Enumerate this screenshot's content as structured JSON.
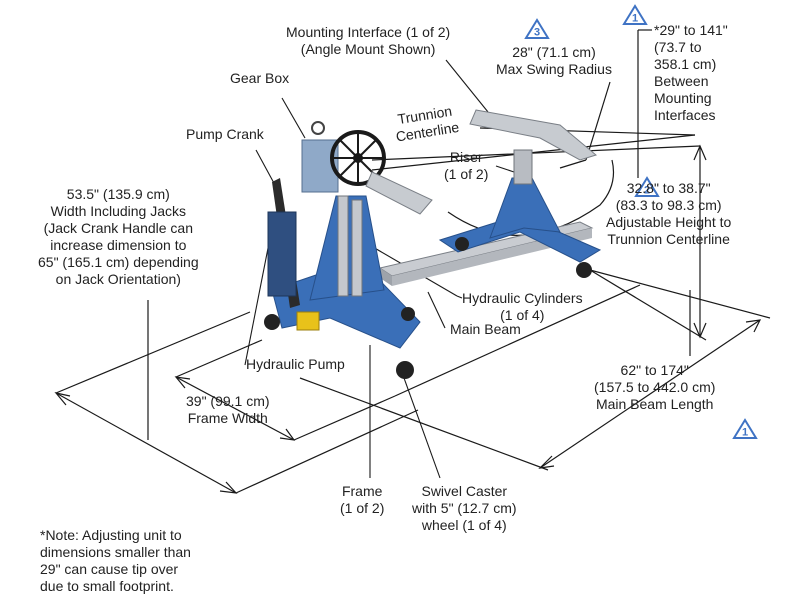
{
  "labels": {
    "mounting_interface": [
      "Mounting Interface (1 of 2)",
      "(Angle Mount Shown)"
    ],
    "swing_radius": [
      "28\" (71.1 cm)",
      "Max Swing Radius"
    ],
    "mount_between": [
      "*29\" to 141\"",
      "(73.7 to",
      "358.1 cm)",
      "Between",
      "Mounting",
      "Interfaces"
    ],
    "gear_box": "Gear Box",
    "trunnion": [
      "Trunnion",
      "Centerline"
    ],
    "pump_crank": "Pump Crank",
    "riser": [
      "Riser",
      "(1 of 2)"
    ],
    "height": [
      "32.8\" to 38.7\"",
      "(83.3 to 98.3 cm)",
      "Adjustable Height to",
      "Trunnion Centerline"
    ],
    "width_jacks": [
      "53.5\" (135.9 cm)",
      "Width Including Jacks",
      "(Jack Crank Handle can",
      "increase dimension to",
      "65\" (165.1 cm) depending",
      "on Jack Orientation)"
    ],
    "hydraulic_cylinders": [
      "Hydraulic Cylinders",
      "(1 of 4)"
    ],
    "main_beam": "Main Beam",
    "hydraulic_pump": "Hydraulic Pump",
    "beam_length": [
      "62\" to 174\"",
      "(157.5 to 442.0 cm)",
      "Main Beam Length"
    ],
    "frame_width": [
      "39\" (99.1 cm)",
      "Frame Width"
    ],
    "frame": [
      "Frame",
      "(1 of 2)"
    ],
    "swivel_caster": [
      "Swivel Caster",
      "with 5\" (12.7 cm)",
      "wheel (1 of 4)"
    ],
    "note": [
      "*Note: Adjusting unit to",
      "dimensions smaller than",
      "29\" can cause tip over",
      "due to small footprint."
    ]
  },
  "markers": {
    "m1": "1",
    "m2": "2",
    "m3": "3",
    "m4": "1"
  },
  "colors": {
    "frame_blue": "#3a6fb8",
    "frame_dark": "#27508a",
    "marker_blue": "#3f73c4",
    "gearbox_blue": "#8fa9c8",
    "beam_silver": "#c9ccd1",
    "line": "#1a1a1a"
  }
}
